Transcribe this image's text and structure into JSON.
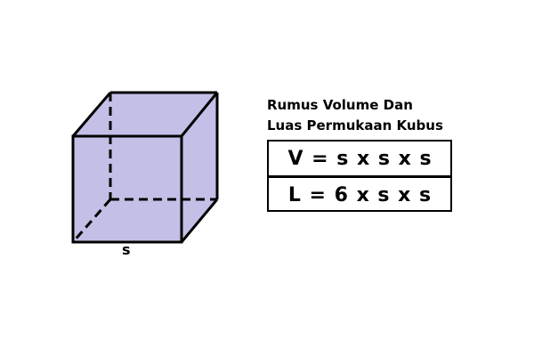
{
  "diagram": {
    "title_line1": "Rumus Volume Dan",
    "title_line2": "Luas Permukaan Kubus",
    "formulas": [
      {
        "text": "V = s x s x s"
      },
      {
        "text": "L = 6 x s x s"
      }
    ],
    "side_label": "s",
    "colors": {
      "cube_fill": "#c4bfe6",
      "edge": "#000000",
      "background": "#ffffff"
    }
  }
}
